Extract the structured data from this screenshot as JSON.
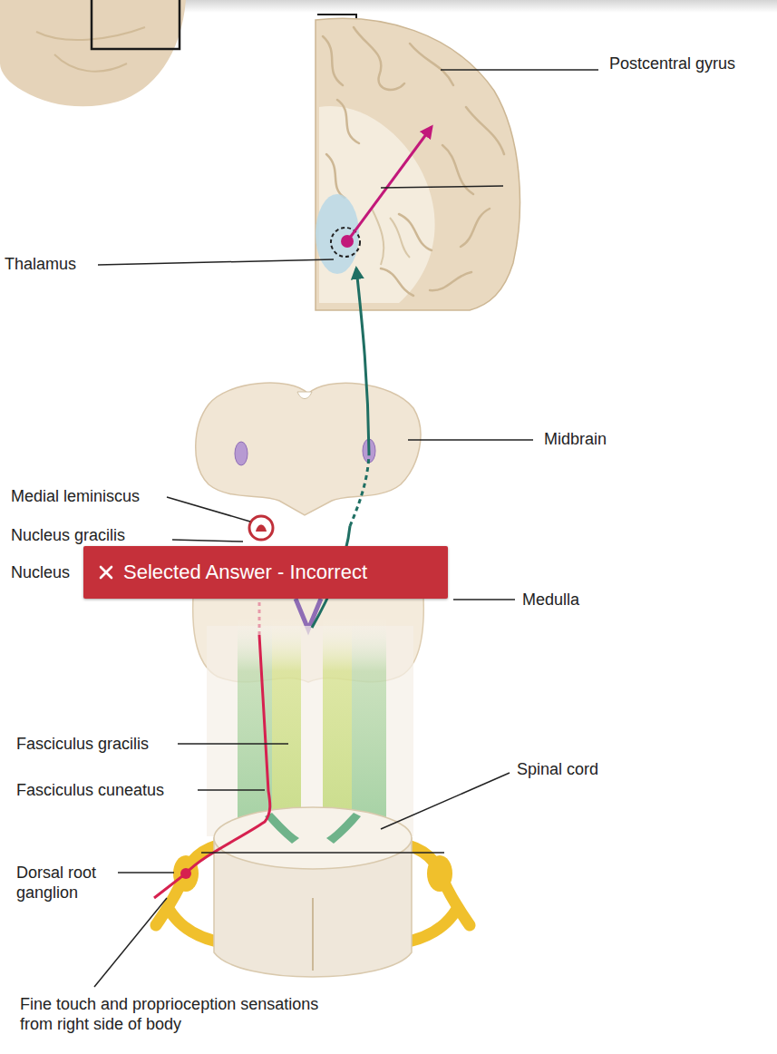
{
  "diagram": {
    "nodes": [
      {
        "text": [
          "Selected Answer - Incorrect"
        ]
      }
    ],
    "labels": [
      "Postcentral gyrus",
      "Thalamus",
      "Midbrain",
      "Medial leminiscus",
      "Nucleus gracilis",
      "Nucleus",
      "Medulla",
      "Fasciculus gracilis",
      "Fasciculus cuneatus",
      "Spinal cord",
      "Dorsal root ganglion",
      "Fine touch and proprioception sensations from right side of body"
    ]
  }
}
